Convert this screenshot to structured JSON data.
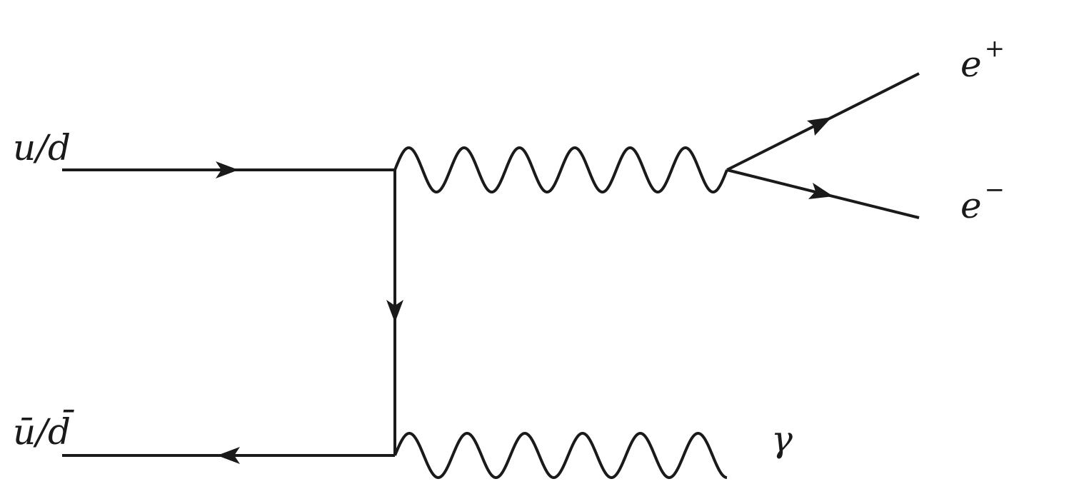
{
  "diagram": {
    "labels": {
      "quark_in_top": "u/d",
      "quark_in_bottom": "ū/d̄",
      "positron": {
        "base": "e",
        "sup": "+"
      },
      "electron": {
        "base": "e",
        "sup": "−"
      },
      "photon": "γ"
    }
  }
}
